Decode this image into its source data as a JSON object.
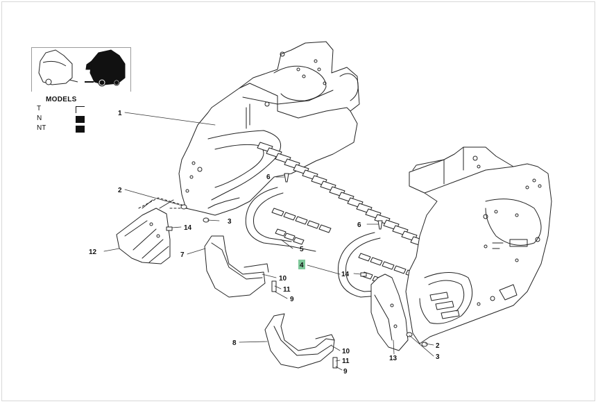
{
  "legend": {
    "title": "MODELS",
    "models": [
      {
        "code": "T",
        "applies": false
      },
      {
        "code": "N",
        "applies": true
      },
      {
        "code": "NT",
        "applies": true
      }
    ]
  },
  "callouts": [
    "1",
    "2",
    "3",
    "14",
    "6",
    "12",
    "7",
    "5",
    "6",
    "4",
    "14",
    "10",
    "11",
    "9",
    "2",
    "3",
    "13",
    "8",
    "10",
    "11",
    "9"
  ],
  "highlight": {
    "color": "#7ec99a",
    "label": "4"
  },
  "line_color": "#222222"
}
